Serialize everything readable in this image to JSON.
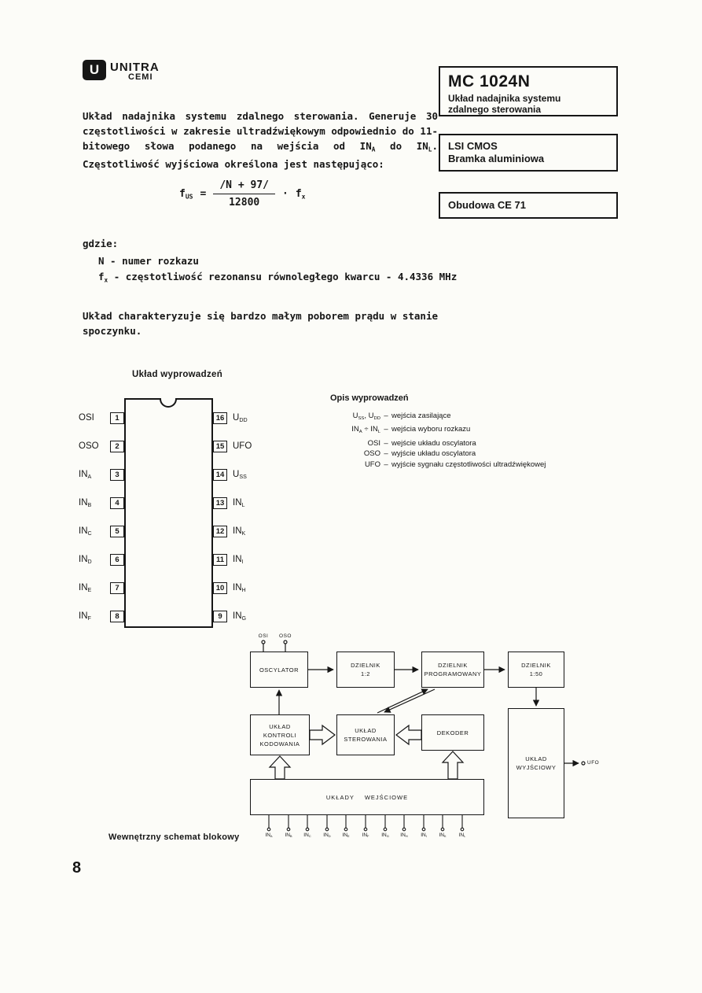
{
  "page": {
    "number": "8"
  },
  "logo": {
    "mark": "U",
    "brand": "UNITRA",
    "division": "CEMI"
  },
  "title_box": {
    "part": "MC 1024N",
    "desc": "Układ nadajnika systemu zdalnego sterowania"
  },
  "tech_box": {
    "line1": "LSI CMOS",
    "line2": "Bramka aluminiowa"
  },
  "package_box": {
    "label": "Obudowa CE 71"
  },
  "intro": {
    "text": "Układ nadajnika systemu zdalnego sterowania.  Generuje 30 częstotliwości w zakresie ultradźwiękowym odpowiednio do 11-bitowego słowa podanego na wejścia od IN_{A} do IN_{L}. Częstotliwość wyjściowa określona jest następująco:"
  },
  "formula": {
    "lhs": "f_{US}",
    "eq": "=",
    "numerator": "/N + 97/",
    "denominator": "12800",
    "times": "·",
    "rhs": "f_{x}"
  },
  "where": {
    "label": "gdzie:",
    "items": [
      {
        "line": "N - numer rozkazu"
      },
      {
        "line": "f_{x} - częstotliwość rezonansu równoległego kwarcu - 4.4336 MHz"
      }
    ]
  },
  "note": {
    "text": "Układ charakteryzuje się bardzo małym poborem prądu w stanie spoczynku."
  },
  "pinout": {
    "title": "Układ wyprowadzeń",
    "left": [
      {
        "label": "OSI",
        "num": "1"
      },
      {
        "label": "OSO",
        "num": "2"
      },
      {
        "label": "IN_{A}",
        "num": "3"
      },
      {
        "label": "IN_{B}",
        "num": "4"
      },
      {
        "label": "IN_{C}",
        "num": "5"
      },
      {
        "label": "IN_{D}",
        "num": "6"
      },
      {
        "label": "IN_{E}",
        "num": "7"
      },
      {
        "label": "IN_{F}",
        "num": "8"
      }
    ],
    "right": [
      {
        "num": "16",
        "label": "U_{DD}"
      },
      {
        "num": "15",
        "label": "UFO"
      },
      {
        "num": "14",
        "label": "U_{SS}"
      },
      {
        "num": "13",
        "label": "IN_{L}"
      },
      {
        "num": "12",
        "label": "IN_{K}"
      },
      {
        "num": "11",
        "label": "IN_{I}"
      },
      {
        "num": "10",
        "label": "IN_{H}"
      },
      {
        "num": "9",
        "label": "IN_{G}"
      }
    ]
  },
  "pin_desc": {
    "title": "Opis wyprowadzeń",
    "items": [
      {
        "term": "U_{SS}, U_{DD}",
        "desc": "wejścia zasilające"
      },
      {
        "term": "IN_{A} ÷ IN_{L}",
        "desc": "wejścia wyboru rozkazu"
      },
      {
        "term": "OSI",
        "desc": "wejście układu oscylatora"
      },
      {
        "term": "OSO",
        "desc": "wyjście układu oscylatora"
      },
      {
        "term": "UFO",
        "desc": "wyjście sygnału częstotliwości ultradźwiękowej"
      }
    ]
  },
  "diagram": {
    "caption": "Wewnętrzny schemat blokowy",
    "osi": "OSI",
    "oso": "OSO",
    "ufo": "UFO",
    "oscylator": {
      "l1": "OSCYLATOR"
    },
    "dzielnik2": {
      "l1": "DZIELNIK",
      "l2": "1:2"
    },
    "dzielnik_prog": {
      "l1": "DZIELNIK",
      "l2": "PROGRAMOWANY"
    },
    "dzielnik50": {
      "l1": "DZIELNIK",
      "l2": "1:50"
    },
    "kontroli": {
      "l1": "UKŁAD",
      "l2": "KONTROLI",
      "l3": "KODOWANIA"
    },
    "sterowania": {
      "l1": "UKŁAD",
      "l2": "STEROWANIA"
    },
    "dekoder": {
      "l1": "DEKODER"
    },
    "wyjsciowy": {
      "l1": "UKŁAD",
      "l2": "WYJŚCIOWY"
    },
    "wejsciowe": {
      "l1": "UKŁADY  WEJŚCIOWE"
    },
    "inputs": [
      "IN_{A}",
      "IN_{B}",
      "IN_{C}",
      "IN_{D}",
      "IN_{E}",
      "IN_{F}",
      "IN_{G}",
      "IN_{H}",
      "IN_{I}",
      "IN_{K}",
      "IN_{L}"
    ]
  }
}
